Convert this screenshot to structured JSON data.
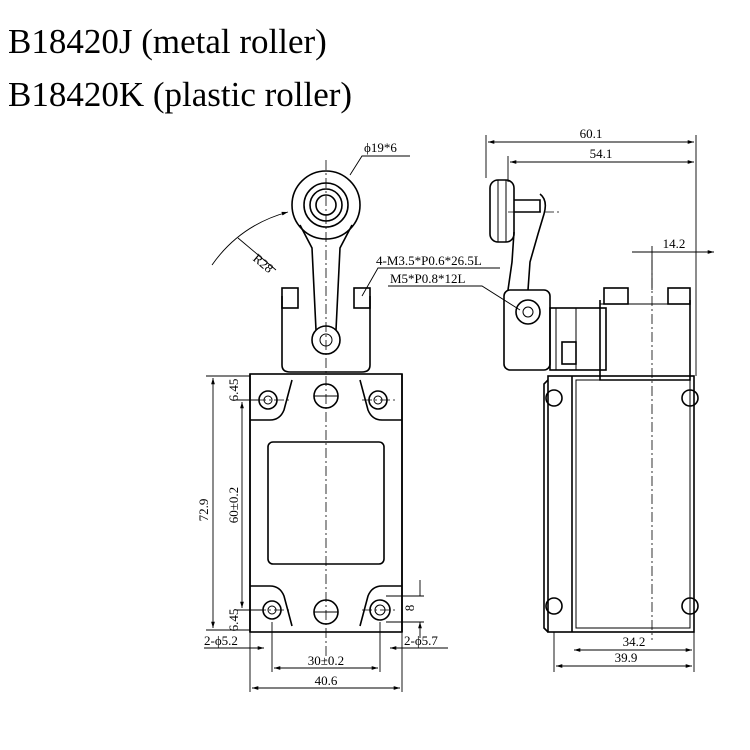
{
  "titles": {
    "line1": "B18420J (metal roller)",
    "line2": "B18420K (plastic roller)"
  },
  "dimensions": {
    "roller": "ϕ19*6",
    "radius": "R28",
    "screw1": "4-M3.5*P0.6*26.5L",
    "screw2": "M5*P0.8*12L",
    "height_total": "72.9",
    "height_holes": "60±0.2",
    "edge_top": "6.45",
    "edge_bottom": "6.45",
    "hole_left": "2-ϕ5.2",
    "hole_right": "2-ϕ5.7",
    "slot": "8",
    "hole_spacing": "30±0.2",
    "width_front": "40.6",
    "side_overall": "60.1",
    "side_lever": "54.1",
    "side_head": "14.2",
    "side_body": "34.2",
    "side_depth": "39.9"
  }
}
